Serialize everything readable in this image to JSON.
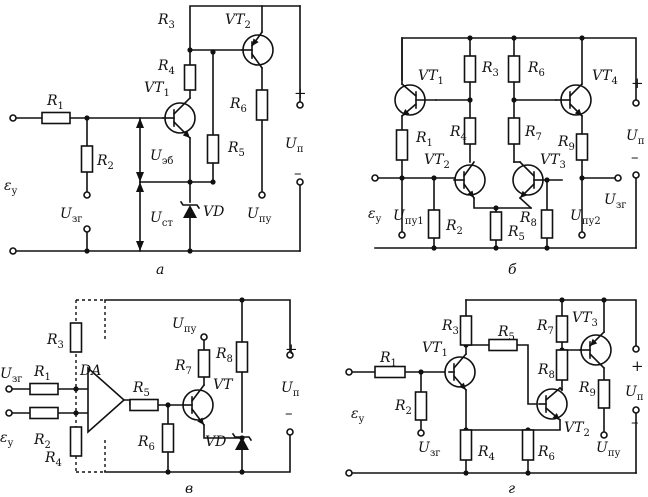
{
  "colors": {
    "ink": "#111111",
    "paper": "#ffffff"
  },
  "panels": [
    {
      "caption": "а",
      "labels": {
        "R1": [
          "R",
          "1"
        ],
        "R2": [
          "R",
          "2"
        ],
        "R3": [
          "R",
          "3"
        ],
        "R4": [
          "R",
          "4"
        ],
        "R5": [
          "R",
          "5"
        ],
        "R6": [
          "R",
          "6"
        ],
        "VT1": [
          "VT",
          "1"
        ],
        "VT2": [
          "VT",
          "2"
        ],
        "VD": [
          "VD",
          ""
        ],
        "Ueb": [
          "U",
          "эб"
        ],
        "Ust": [
          "U",
          "ст"
        ],
        "Uzg": [
          "U",
          "зг"
        ],
        "Upu": [
          "U",
          "пу"
        ],
        "Up": [
          "U",
          "п"
        ],
        "ey": [
          "ε",
          "у"
        ]
      },
      "signs": {
        "plus": "+",
        "minus": "–"
      }
    },
    {
      "caption": "б",
      "labels": {
        "VT1": [
          "VT",
          "1"
        ],
        "VT2": [
          "VT",
          "2"
        ],
        "VT3": [
          "VT",
          "3"
        ],
        "VT4": [
          "VT",
          "4"
        ],
        "R1": [
          "R",
          "1"
        ],
        "R2": [
          "R",
          "2"
        ],
        "R3": [
          "R",
          "3"
        ],
        "R4": [
          "R",
          "4"
        ],
        "R5": [
          "R",
          "5"
        ],
        "R6": [
          "R",
          "6"
        ],
        "R7": [
          "R",
          "7"
        ],
        "R8": [
          "R",
          "8"
        ],
        "R9": [
          "R",
          "9"
        ],
        "Upu1": [
          "U",
          "пу1"
        ],
        "Upu2": [
          "U",
          "пу2"
        ],
        "Uzg": [
          "U",
          "зг"
        ],
        "Up": [
          "U",
          "п"
        ],
        "ey": [
          "ε",
          "у"
        ]
      },
      "signs": {
        "plus": "+",
        "minus": "–"
      }
    },
    {
      "caption": "в",
      "labels": {
        "R1": [
          "R",
          "1"
        ],
        "R2": [
          "R",
          "2"
        ],
        "R3": [
          "R",
          "3"
        ],
        "R4": [
          "R",
          "4"
        ],
        "R5": [
          "R",
          "5"
        ],
        "R6": [
          "R",
          "6"
        ],
        "R7": [
          "R",
          "7"
        ],
        "R8": [
          "R",
          "8"
        ],
        "DA": [
          "DA",
          ""
        ],
        "VT": [
          "VT",
          ""
        ],
        "VD": [
          "VD",
          ""
        ],
        "Uzg": [
          "U",
          "зг"
        ],
        "Upu": [
          "U",
          "пу"
        ],
        "Up": [
          "U",
          "п"
        ],
        "ey": [
          "ε",
          "у"
        ]
      },
      "signs": {
        "plus": "+",
        "minus": "–"
      }
    },
    {
      "caption": "г",
      "labels": {
        "R1": [
          "R",
          "1"
        ],
        "R2": [
          "R",
          "2"
        ],
        "R3": [
          "R",
          "3"
        ],
        "R4": [
          "R",
          "4"
        ],
        "R5": [
          "R",
          "5"
        ],
        "R6": [
          "R",
          "6"
        ],
        "R7": [
          "R",
          "7"
        ],
        "R8": [
          "R",
          "8"
        ],
        "R9": [
          "R",
          "9"
        ],
        "VT1": [
          "VT",
          "1"
        ],
        "VT2": [
          "VT",
          "2"
        ],
        "VT3": [
          "VT",
          "3"
        ],
        "Uzg": [
          "U",
          "зг"
        ],
        "Upu": [
          "U",
          "пу"
        ],
        "Up": [
          "U",
          "п"
        ],
        "ey": [
          "ε",
          "у"
        ]
      },
      "signs": {
        "plus": "+",
        "minus": "–"
      }
    }
  ]
}
